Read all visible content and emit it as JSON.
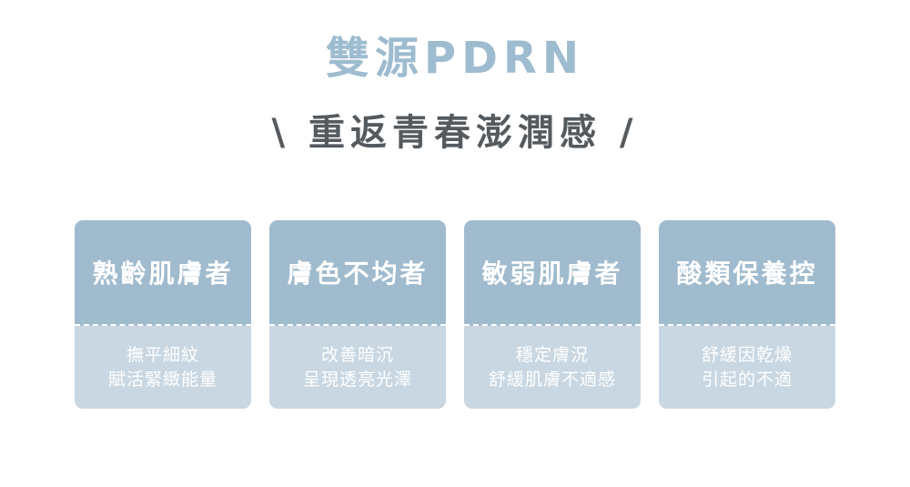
{
  "heading": {
    "title": "雙源PDRN",
    "subtitle": "\\ 重返青春澎潤感 /"
  },
  "cards": [
    {
      "label": "熟齡肌膚者",
      "line1": "撫平細紋",
      "line2": "賦活緊緻能量"
    },
    {
      "label": "膚色不均者",
      "line1": "改善暗沉",
      "line2": "呈現透亮光澤"
    },
    {
      "label": "敏弱肌膚者",
      "line1": "穩定膚況",
      "line2": "舒緩肌膚不適感"
    },
    {
      "label": "酸類保養控",
      "line1": "舒緩因乾燥",
      "line2": "引起的不適"
    }
  ],
  "colors": {
    "title": "#9ebcd0",
    "subtitle": "#555a5e",
    "card_top": "#a0bbce",
    "card_bottom": "#c8d7e2",
    "card_text": "#ffffff"
  }
}
